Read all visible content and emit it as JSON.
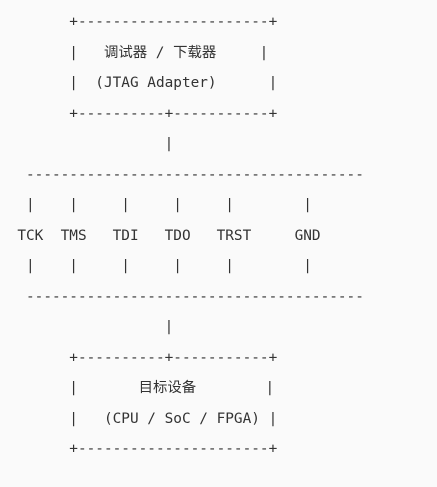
{
  "diagram": {
    "lines": [
      "        +----------------------+",
      "        |   调试器 / 下载器     |",
      "        |  (JTAG Adapter)      |",
      "        +----------+-----------+",
      "                   |",
      "   ---------------------------------------",
      "   |    |     |     |     |        |",
      "  TCK  TMS   TDI   TDO   TRST     GND",
      "   |    |     |     |     |        |",
      "   ---------------------------------------",
      "                   |",
      "        +----------+-----------+",
      "        |       目标设备        |",
      "        |   (CPU / SoC / FPGA) |",
      "        +----------------------+"
    ]
  }
}
